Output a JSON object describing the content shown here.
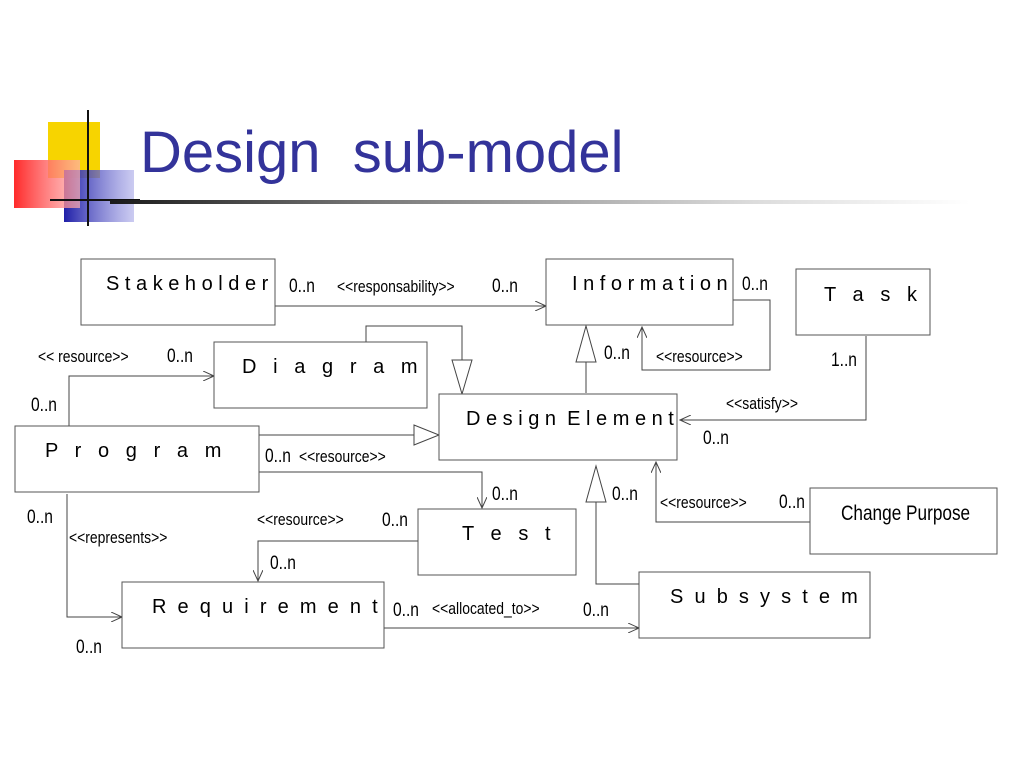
{
  "slide": {
    "title": "Design  sub-model",
    "accent_colors": {
      "yellow": "#f5d000",
      "red": "#ff2020",
      "blue": "#2a2ab0",
      "title": "#33339a"
    }
  },
  "diagram": {
    "classes": {
      "stakeholder": "S t a k e h o l d e r",
      "information": "I n f o r m a t i o n",
      "task": "T   a   s   k",
      "diagram": "D   i   a   g   r   a   m",
      "design_element": "D e s i g n  E l e m e n t",
      "program": "P   r   o   g   r   a   m",
      "test": "T   e   s   t",
      "change_purpose": "Change Purpose",
      "requirement": "R  e  q  u  i  r  e  m  e  n  t",
      "subsystem": "S  u  b  s  y  s  t  e  m"
    },
    "relations": {
      "responsability": "<<responsability>>",
      "resource_diagram": "<< resource>>",
      "resource_information": "<<resource>>",
      "satisfy": "<<satisfy>>",
      "resource_program": "<<resource>>",
      "represents": "<<represents>>",
      "resource_test": "<<resource>>",
      "resource_change": "<<resource>>",
      "allocated_to": "<<allocated_to>>"
    },
    "multiplicities": {
      "stakeholder_out": "0..n",
      "information_in": "0..n",
      "information_right": "0..n",
      "information_resource": "0..n",
      "task_down": "1..n",
      "diagram_resource": "0..n",
      "program_top": "0..n",
      "program_resource": "0..n",
      "design_satisfy": "0..n",
      "test_top": "0..n",
      "design_bottom": "0..n",
      "change_purpose": "0..n",
      "program_bottom": "0..n",
      "test_resource": "0..n",
      "requirement_top": "0..n",
      "requirement_bottom": "0..n",
      "requirement_right": "0..n",
      "subsystem_left": "0..n"
    }
  }
}
